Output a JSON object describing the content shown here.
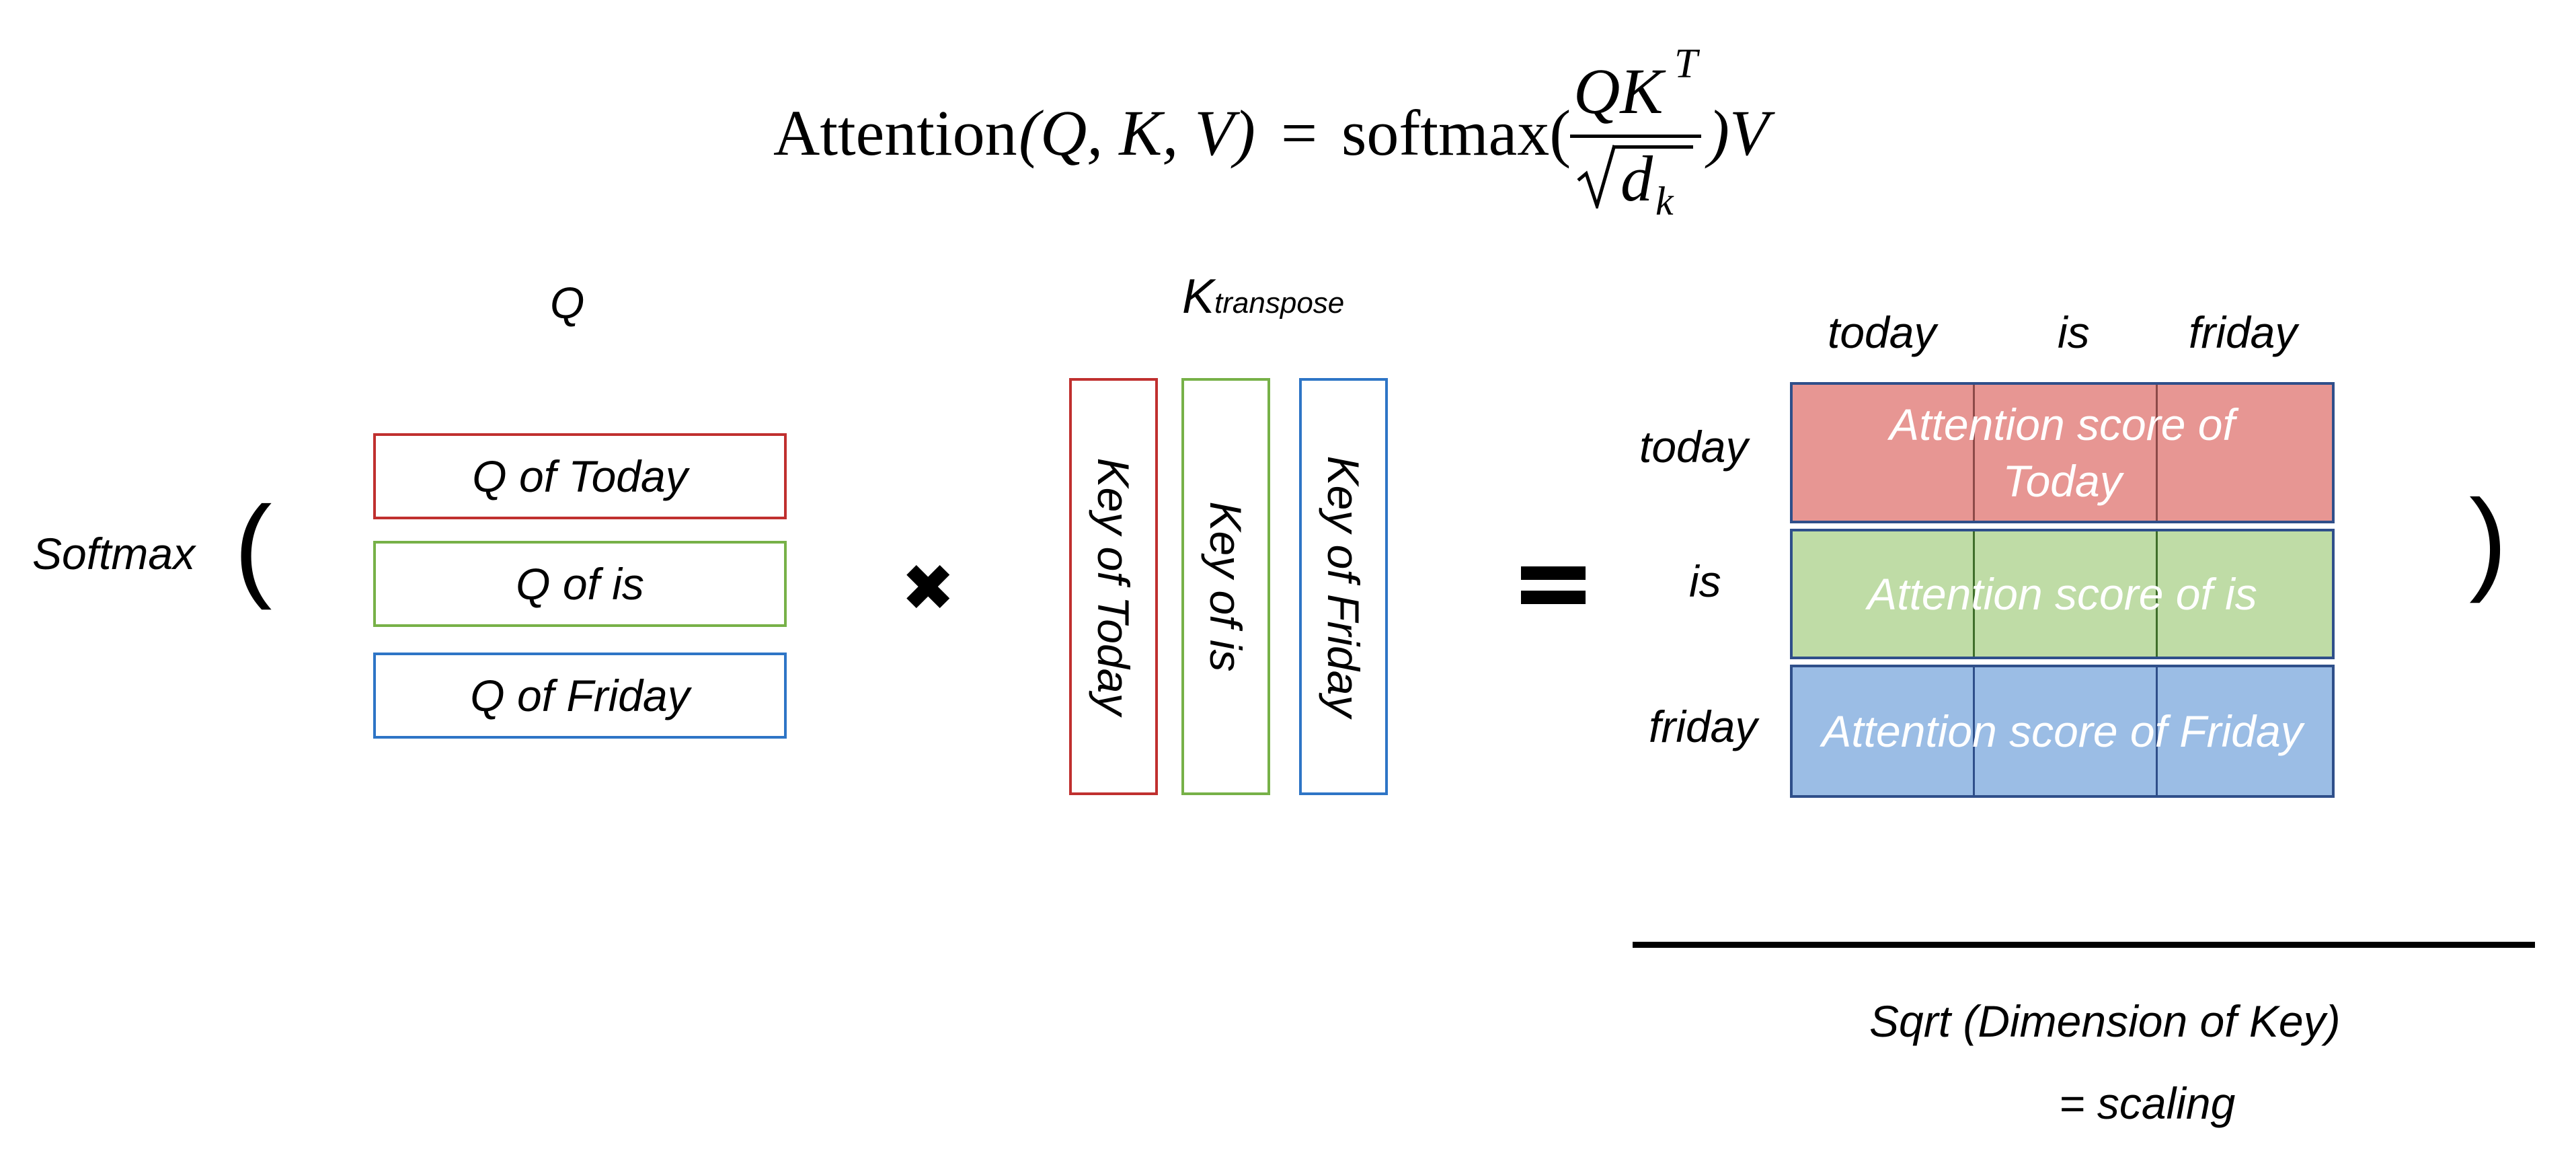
{
  "formula": {
    "lhs_word": "Attention",
    "lhs_args": "(Q, K, V)",
    "equals": "=",
    "func": "softmax(",
    "num_q": "QK",
    "num_sup": "T",
    "den_d": "d",
    "den_sub": "k",
    "close_v": ")V"
  },
  "softmax_label": "Softmax",
  "open_paren": "(",
  "close_paren": ")",
  "q_block": {
    "label": "Q",
    "rows": [
      "Q of Today",
      "Q of is",
      "Q of Friday"
    ]
  },
  "times_symbol": "✖",
  "k_block": {
    "label_main": "K",
    "label_sub": "transpose",
    "columns": [
      "Key of Today",
      "Key of is",
      "Key of Friday"
    ]
  },
  "equals_symbol": "=",
  "score_matrix": {
    "col_headers": [
      "today",
      "is",
      "friday"
    ],
    "row_headers": [
      "today",
      "is",
      "friday"
    ],
    "rows": [
      "Attention score of Today",
      "Attention score of is",
      "Attention score of Friday"
    ]
  },
  "scaling": {
    "line1": "Sqrt (Dimension of Key)",
    "line2": "= scaling"
  },
  "colors": {
    "red": "#c0302f",
    "green": "#77b148",
    "blue": "#2e75c6",
    "row_red_fill": "#e79693",
    "row_green_fill": "#bfdca6",
    "row_blue_fill": "#9bbde5",
    "matrix_border": "#2f4f8a"
  }
}
